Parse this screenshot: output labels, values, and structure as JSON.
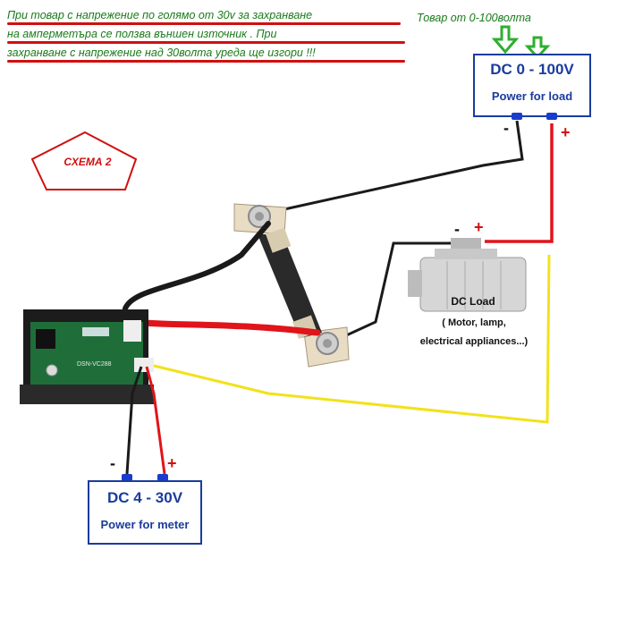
{
  "warning": {
    "line1": "При товар с напрежение по голямо от 30v за захранване",
    "line2": "на амперметъра се ползва външен източник . При",
    "line3": "захранване с напрежение над 30волта уреда ще изгори !!!"
  },
  "load_range_note": "Товар от 0-100волта",
  "scheme_label": "СХЕМА 2",
  "load_supply": {
    "title": "DC 0 - 100V",
    "subtitle": "Power for load",
    "neg": "-",
    "pos": "+"
  },
  "meter_supply": {
    "title": "DC 4 - 30V",
    "subtitle": "Power for meter",
    "neg": "-",
    "pos": "+"
  },
  "dc_load": {
    "title": "DC Load",
    "line2": "( Motor, lamp,",
    "line3": "electrical appliances...)",
    "neg": "-",
    "pos": "+"
  },
  "meter_module": {
    "label": "DSN-VC288"
  },
  "colors": {
    "box_border": "#1a3c9c",
    "warning_text": "#1a7a1a",
    "underline": "#d01010",
    "wire_red": "#e0141a",
    "wire_black": "#1a1a1a",
    "wire_yellow": "#f2e21a",
    "arrow_green": "#2fae2f"
  }
}
